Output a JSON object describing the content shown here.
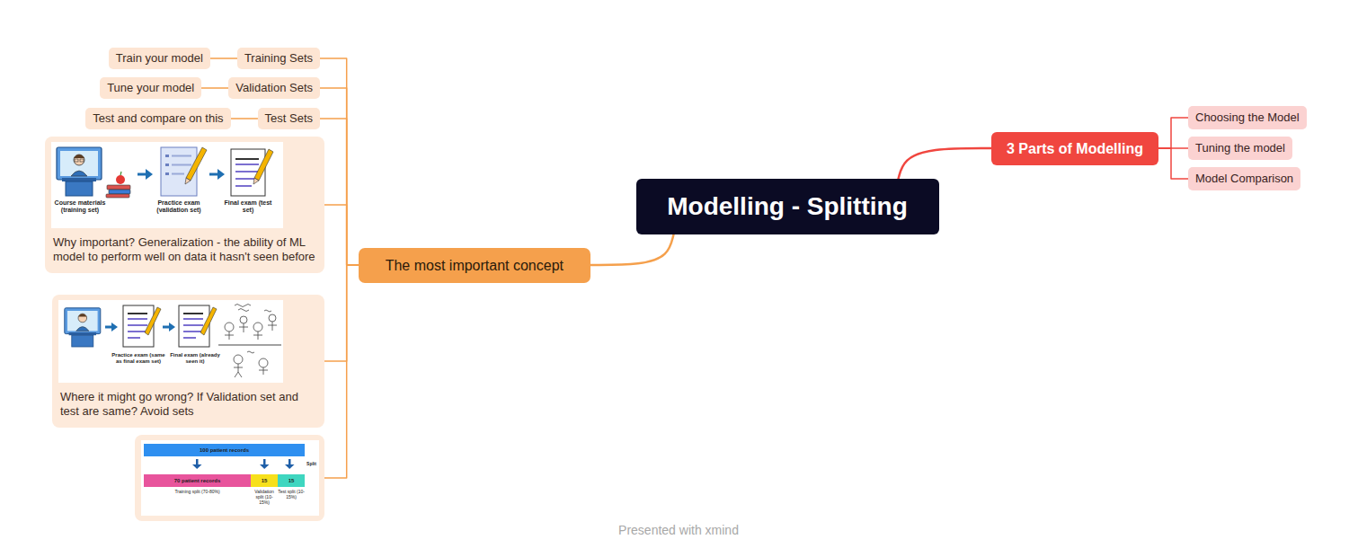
{
  "diagram": {
    "nodes": [
      {
        "text": [
          "Modelling - Splitting"
        ]
      },
      {
        "text": [
          "3 Parts of Modelling"
        ]
      },
      {
        "text": [
          "Choosing the Model"
        ]
      },
      {
        "text": [
          "Tuning the model"
        ]
      },
      {
        "text": [
          "Model Comparison"
        ]
      },
      {
        "text": [
          "The most important concept"
        ]
      },
      {
        "text": [
          "Training Sets"
        ]
      },
      {
        "text": [
          "Train your model"
        ]
      },
      {
        "text": [
          "Validation Sets"
        ]
      },
      {
        "text": [
          "Tune your model"
        ]
      },
      {
        "text": [
          "Test Sets"
        ]
      },
      {
        "text": [
          "Test and compare on this"
        ]
      },
      {
        "text": [
          "Course materials (training set)",
          "Practice exam (validation set)",
          "Final exam (test set)",
          "Why important? Generalization - the ability of ML model to perform well on data it hasn't seen before"
        ]
      },
      {
        "text": [
          "Practice exam (same as final exam set)",
          "Final exam (already seen it)",
          "Where it might go wrong? If Validation set and test are same? Avoid sets"
        ]
      },
      {
        "text": [
          "100 patient records",
          "Split",
          "70 patient records",
          "15",
          "15",
          "Training split (70-80%)",
          "Validation split (10-15%)",
          "Test split (10-15%)"
        ]
      }
    ],
    "edges": [
      {
        "from": 0,
        "to": 1,
        "arrow": "none"
      },
      {
        "from": 1,
        "to": 2,
        "arrow": "none"
      },
      {
        "from": 1,
        "to": 3,
        "arrow": "none"
      },
      {
        "from": 1,
        "to": 4,
        "arrow": "none"
      },
      {
        "from": 0,
        "to": 5,
        "arrow": "none"
      },
      {
        "from": 5,
        "to": 6,
        "arrow": "none"
      },
      {
        "from": 6,
        "to": 7,
        "arrow": "none"
      },
      {
        "from": 5,
        "to": 8,
        "arrow": "none"
      },
      {
        "from": 8,
        "to": 9,
        "arrow": "none"
      },
      {
        "from": 5,
        "to": 10,
        "arrow": "none"
      },
      {
        "from": 10,
        "to": 11,
        "arrow": "none"
      },
      {
        "from": 5,
        "to": 12,
        "arrow": "none"
      },
      {
        "from": 5,
        "to": 13,
        "arrow": "none"
      },
      {
        "from": 5,
        "to": 14,
        "arrow": "none"
      }
    ],
    "labels": [
      "Presented with xmind"
    ]
  }
}
